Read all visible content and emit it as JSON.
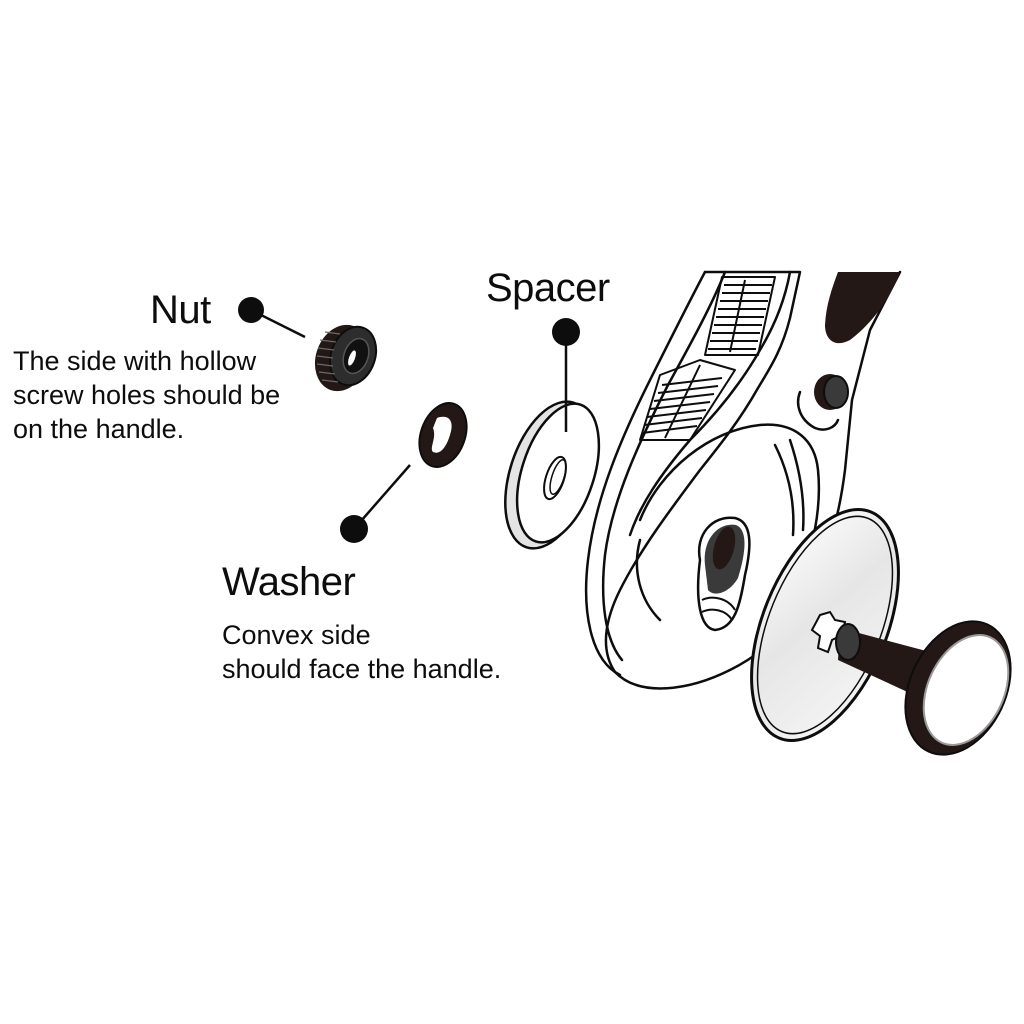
{
  "diagram": {
    "type": "exploded assembly illustration",
    "parts": [
      {
        "id": "nut",
        "title": "Nut",
        "note_lines": [
          "The side with hollow",
          "screw holes should be",
          "on the handle."
        ]
      },
      {
        "id": "washer",
        "title": "Washer",
        "note_lines": [
          "Convex side",
          "should face the handle."
        ]
      },
      {
        "id": "spacer",
        "title": "Spacer",
        "note_lines": []
      }
    ],
    "unlabeled_components": [
      "handle",
      "blade",
      "bolt"
    ],
    "colors": {
      "ink": "#0d0d0d",
      "dark_part": "#231815",
      "spacer_edge": "#e4e4e4",
      "blade_face": "#f2f2f2"
    }
  }
}
